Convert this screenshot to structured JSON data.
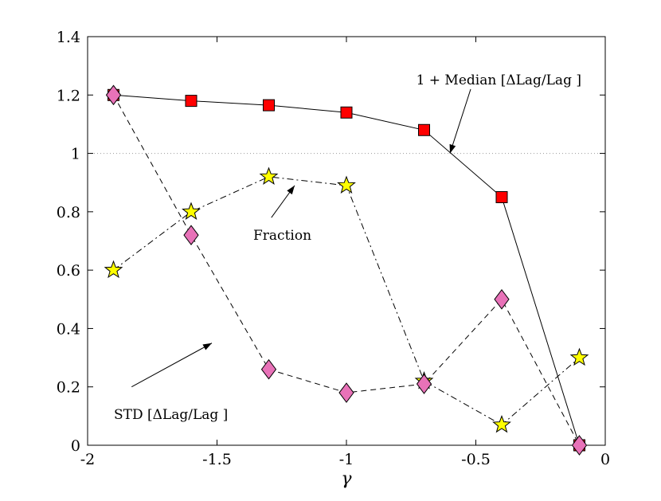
{
  "chart_data": {
    "type": "line",
    "title": "",
    "xlabel": "γ",
    "ylabel": "",
    "xlim": [
      -2,
      0
    ],
    "ylim": [
      0,
      1.4
    ],
    "xticks": [
      -2,
      -1.5,
      -1,
      -0.5,
      0
    ],
    "xtick_labels": [
      "-2",
      "-1.5",
      "-1",
      "-0.5",
      "0"
    ],
    "yticks": [
      0,
      0.2,
      0.4,
      0.6,
      0.8,
      1,
      1.2,
      1.4
    ],
    "ytick_labels": [
      "0",
      "0.2",
      "0.4",
      "0.6",
      "0.8",
      "1",
      "1.2",
      "1.4"
    ],
    "grid": false,
    "reference_line": {
      "y": 1,
      "style": "dotted"
    },
    "series": [
      {
        "marker": "square",
        "color": "#ff0000",
        "line_style": "solid",
        "x": [
          -1.9,
          -1.6,
          -1.3,
          -1.0,
          -0.7,
          -0.4,
          -0.1
        ],
        "y": [
          1.2,
          1.18,
          1.165,
          1.14,
          1.08,
          0.85,
          0.0
        ]
      },
      {
        "marker": "star",
        "color": "#ffff00",
        "line_style": "dashdot",
        "x": [
          -1.9,
          -1.6,
          -1.3,
          -1.0,
          -0.7,
          -0.4,
          -0.1
        ],
        "y": [
          0.6,
          0.8,
          0.92,
          0.89,
          0.22,
          0.07,
          0.3
        ]
      },
      {
        "marker": "diamond",
        "color": "#e872b8",
        "line_style": "dashed",
        "x": [
          -1.9,
          -1.6,
          -1.3,
          -1.0,
          -0.7,
          -0.4,
          -0.1
        ],
        "y": [
          1.2,
          0.72,
          0.26,
          0.18,
          0.21,
          0.5,
          0.0
        ]
      }
    ],
    "annotations": [
      {
        "text": "1 + Median [ΔLag/Lag ]",
        "target_series": 0,
        "at": [
          -0.6,
          1.0
        ],
        "arrow_from": [
          -0.52,
          1.22
        ]
      },
      {
        "text": "Fraction",
        "target_series": 1,
        "at": [
          -1.2,
          0.89
        ],
        "arrow_from": [
          -1.29,
          0.78
        ]
      },
      {
        "text": "STD [ΔLag/Lag ]",
        "target_series": 2,
        "at": [
          -1.52,
          0.35
        ],
        "arrow_from": [
          -1.83,
          0.2
        ]
      }
    ]
  }
}
